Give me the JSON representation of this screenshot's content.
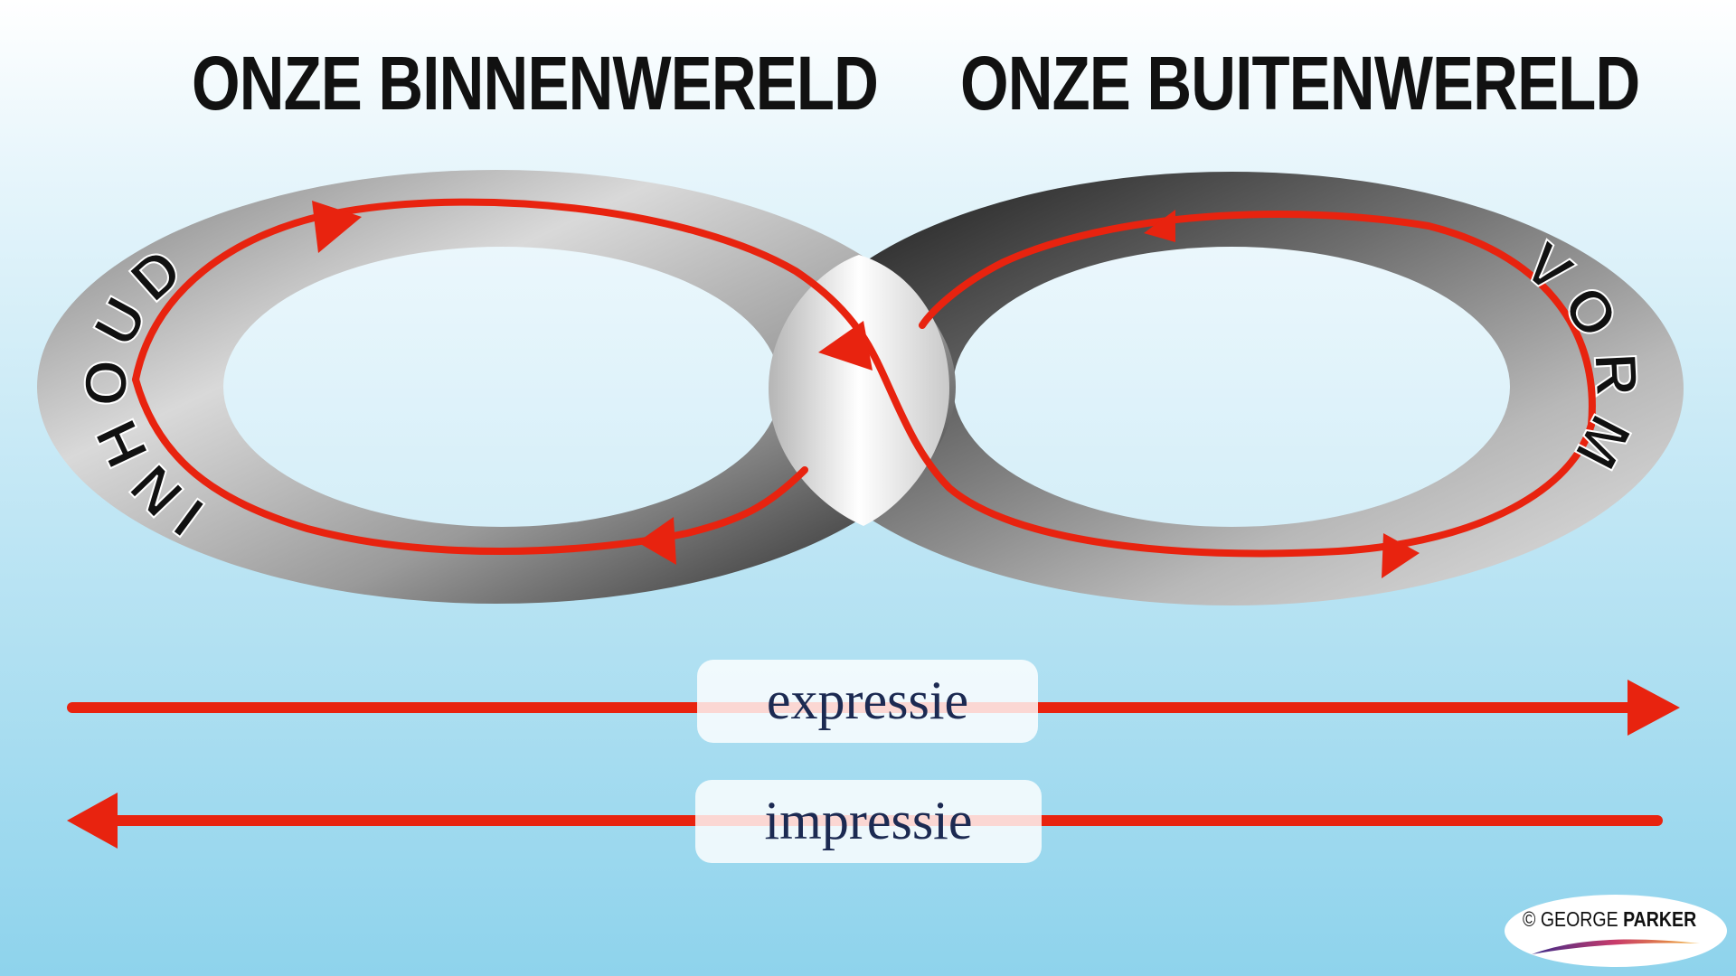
{
  "titles": {
    "inner_world": "ONZE BINNENWERELD",
    "outer_world": "ONZE BUITENWERELD"
  },
  "loop_labels": {
    "left": "INHOUD",
    "right": "VORM"
  },
  "arrows": {
    "forward": "expressie",
    "backward": "impressie"
  },
  "credit": {
    "symbol": "©",
    "name_first": "GEORGE",
    "name_last": "PARKER"
  },
  "colors": {
    "arrow": "#e8230f",
    "title": "#111111",
    "label_text": "#1c2a52"
  },
  "icons": {
    "infinity_loop": "infinity-band",
    "direction_arrow": "red-arrowhead"
  }
}
